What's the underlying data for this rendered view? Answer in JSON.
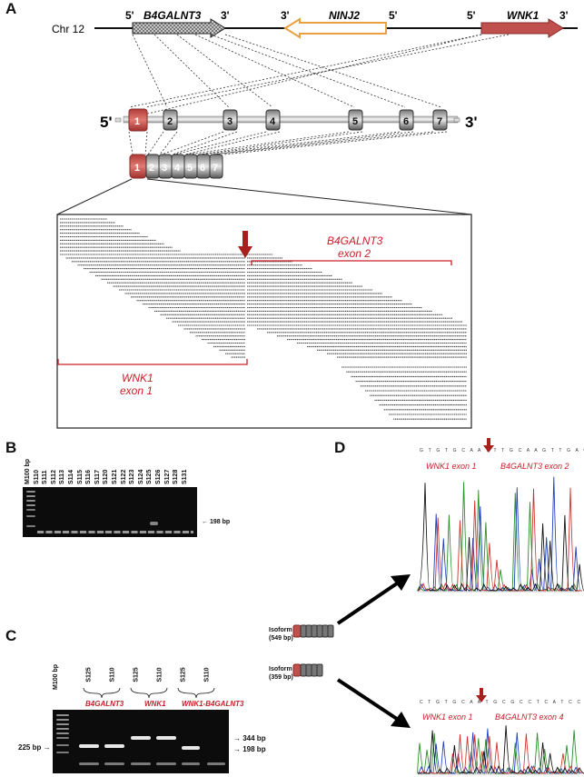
{
  "panels": {
    "A": "A",
    "B": "B",
    "C": "C",
    "D": "D"
  },
  "panelA": {
    "chromosome": "Chr 12",
    "genes": [
      {
        "name": "B4GALNT3",
        "five": "5'",
        "three": "3'"
      },
      {
        "name": "NINJ2",
        "five": "5'",
        "three": "3'"
      },
      {
        "name": "WNK1",
        "five": "5'",
        "three": "3'"
      }
    ],
    "transcript_five": "5'",
    "transcript_three": "3'",
    "genomic_exons": [
      "1",
      "2",
      "3",
      "4",
      "5",
      "6",
      "7"
    ],
    "mrna_exons": [
      "1",
      "2",
      "3",
      "4",
      "5",
      "6",
      "7"
    ],
    "b4_label_line1": "B4GALNT3",
    "b4_label_line2": "exon 2",
    "wnk_label_line1": "WNK1",
    "wnk_label_line2": "exon 1",
    "colors": {
      "wnk1_red": "#c0504d",
      "ninj2_orange": "#e8a040",
      "label_red": "#c8202a"
    }
  },
  "panelB": {
    "marker": "M100 bp",
    "lanes": [
      "S110",
      "S111",
      "S112",
      "S113",
      "S114",
      "S115",
      "S116",
      "S117",
      "S120",
      "S121",
      "S122",
      "S123",
      "S124",
      "S125",
      "S126",
      "S127",
      "S128",
      "S131"
    ],
    "band_label": "198 bp"
  },
  "panelC": {
    "marker": "M100 bp",
    "lanes": [
      "S125",
      "S110",
      "S125",
      "S110",
      "S125",
      "S110"
    ],
    "groups": [
      "B4GALNT3",
      "WNK1",
      "WNK1-B4GALNT3"
    ],
    "left_label": "225 bp",
    "right_labels": [
      "344 bp",
      "198 bp"
    ]
  },
  "panelD": {
    "isoform1": {
      "name": "Isoform 1",
      "size": "(549 bp)"
    },
    "isoform2": {
      "name": "Isoform 2",
      "size": "(359 bp)"
    },
    "trace1": {
      "left": "WNK1 exon 1",
      "right": "B4GALNT3 exon 2"
    },
    "trace2": {
      "left": "WNK1 exon 1",
      "right": "B4GALNT3 exon 4"
    }
  }
}
